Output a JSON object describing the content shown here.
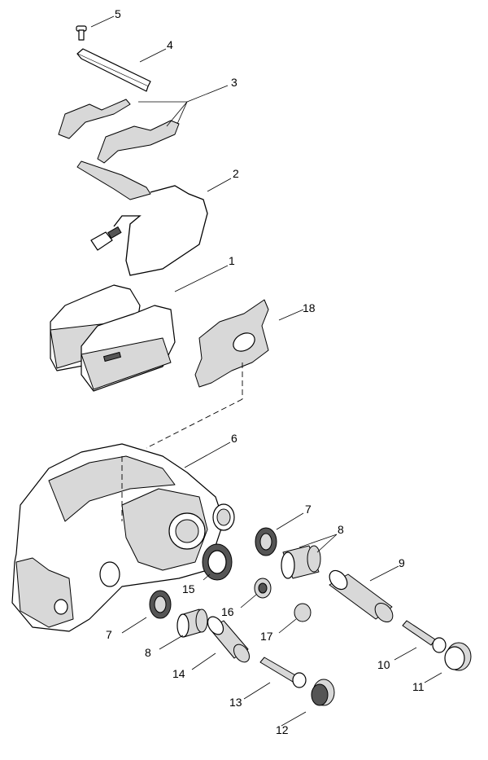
{
  "diagram": {
    "callouts": [
      {
        "part": "5"
      },
      {
        "part": "4"
      },
      {
        "part": "3"
      },
      {
        "part": "2"
      },
      {
        "part": "1"
      },
      {
        "part": "18"
      },
      {
        "part": "6"
      },
      {
        "part": "7"
      },
      {
        "part": "8"
      },
      {
        "part": "9"
      },
      {
        "part": "15"
      },
      {
        "part": "16"
      },
      {
        "part": "7"
      },
      {
        "part": "8"
      },
      {
        "part": "17"
      },
      {
        "part": "10"
      },
      {
        "part": "11"
      },
      {
        "part": "14"
      },
      {
        "part": "13"
      },
      {
        "part": "12"
      }
    ]
  }
}
